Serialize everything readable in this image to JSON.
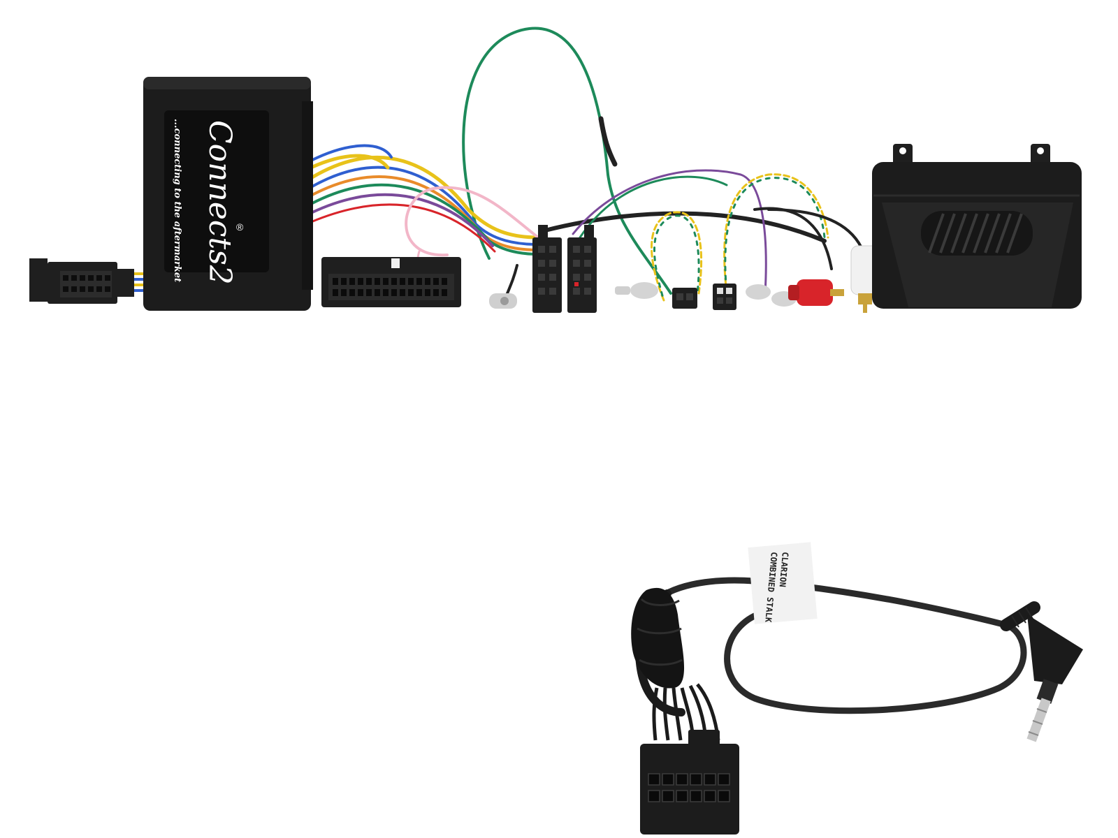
{
  "interface_box": {
    "brand": "Connects2",
    "tagline": "...connecting to the aftermarket",
    "trademark": "®"
  },
  "patch_lead_label": {
    "line1": "CLARION",
    "line2": "COMBINED STALK"
  },
  "colors": {
    "background": "#ffffff",
    "plastic": "#1f1f1f",
    "logo_text": "#ffffff",
    "wire_green": "#1d8a5a",
    "wire_yellow": "#e8c21a",
    "wire_pink": "#f2b6c8",
    "wire_purple": "#7a4a9a",
    "wire_blue": "#2f5fd0",
    "wire_orange": "#e98b2a",
    "rca_red": "#d8242a",
    "rca_white": "#f1f1f1",
    "gold": "#c9a23a"
  }
}
